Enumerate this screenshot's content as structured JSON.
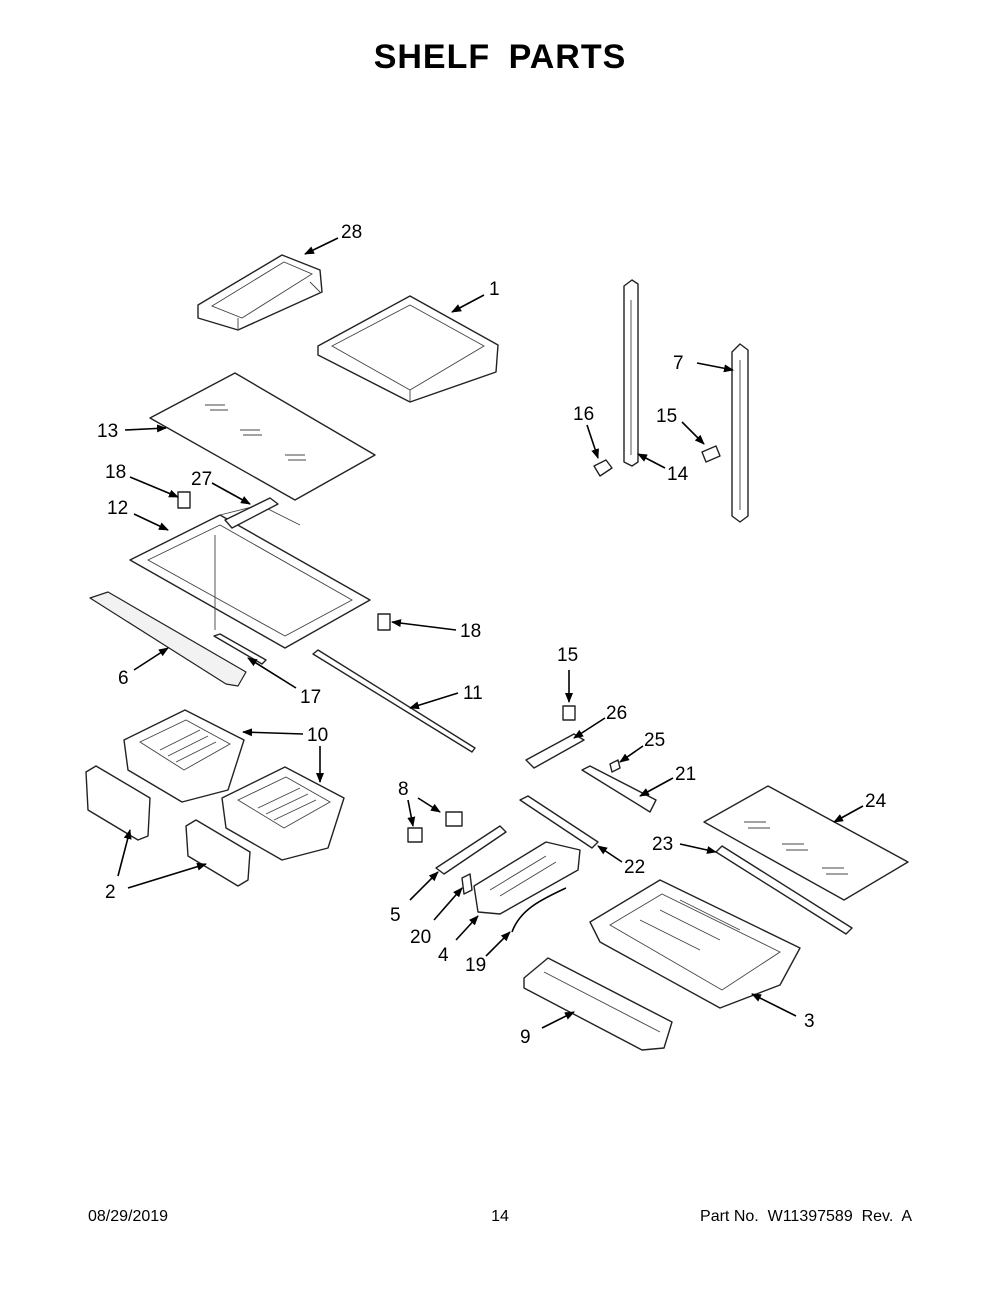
{
  "title": "SHELF  PARTS",
  "footer": {
    "date": "08/29/2019",
    "page": "14",
    "part_number": "Part No.  W11397589  Rev.  A"
  },
  "callouts": [
    "28",
    "1",
    "7",
    "16",
    "15",
    "14",
    "13",
    "18",
    "27",
    "12",
    "18",
    "6",
    "17",
    "11",
    "15",
    "26",
    "25",
    "10",
    "21",
    "24",
    "8",
    "23",
    "2",
    "22",
    "5",
    "20",
    "4",
    "19",
    "3",
    "9"
  ]
}
